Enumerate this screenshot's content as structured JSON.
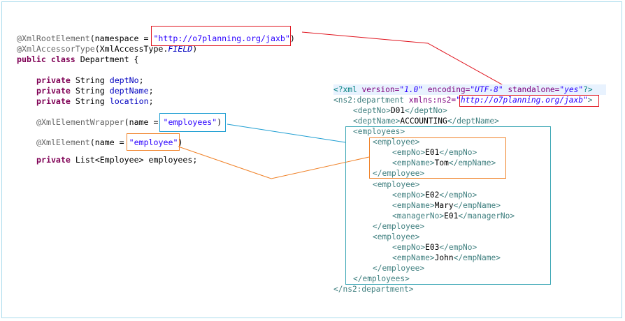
{
  "java": {
    "line1_ann": "@XmlRootElement",
    "line1_a": "(namespace = ",
    "line1_str": "\"http://o7planning.org/jaxb\"",
    "line1_b": ")",
    "line2_ann": "@XmlAccessorType",
    "line2_a": "(XmlAccessType.",
    "line2_it": "FIELD",
    "line2_b": ")",
    "line3_kw1": "public",
    "line3_kw2": "class",
    "line3_rest": " Department {",
    "field1_kw": "private",
    "field1_type": " String ",
    "field1_name": "deptNo",
    "field2_kw": "private",
    "field2_type": " String ",
    "field2_name": "deptName",
    "field3_kw": "private",
    "field3_type": " String ",
    "field3_name": "location",
    "semicolon": ";",
    "wrapper_ann": "@XmlElementWrapper",
    "wrapper_a": "(name = ",
    "wrapper_str": "\"employees\"",
    "wrapper_b": ")",
    "element_ann": "@XmlElement",
    "element_a": "(name = ",
    "element_str": "\"employee\"",
    "element_b": ")",
    "list_kw": "private",
    "list_rest": " List<Employee> employees;"
  },
  "xml": {
    "pi_open": "<?",
    "pi_name": "xml",
    "version_attr": "version=",
    "version_val": "\"1.0\"",
    "encoding_attr": "encoding=",
    "encoding_val": "\"UTF-8\"",
    "standalone_attr": "standalone=",
    "standalone_val": "\"yes\"",
    "pi_close": "?>",
    "root_open": "<ns2:department",
    "root_attr": "xmlns:ns2=",
    "root_val": "\"http://o7planning.org/jaxb\"",
    "root_gt": ">",
    "deptno_open": "<deptNo>",
    "deptno_val": "D01",
    "deptno_close": "</deptNo>",
    "deptname_open": "<deptName>",
    "deptname_val": "ACCOUNTING",
    "deptname_close": "</deptName>",
    "employees_open": "<employees>",
    "employee_open": "<employee>",
    "empno_open": "<empNo>",
    "empno_close": "</empNo>",
    "empname_open": "<empName>",
    "empname_close": "</empName>",
    "managerno_open": "<managerNo>",
    "managerno_close": "</managerNo>",
    "employee_close": "</employee>",
    "employees_close": "</employees>",
    "root_close": "</ns2:department>",
    "emp1_no": "E01",
    "emp1_name": "Tom",
    "emp2_no": "E02",
    "emp2_name": "Mary",
    "emp2_manager": "E01",
    "emp3_no": "E03",
    "emp3_name": "John"
  },
  "colors": {
    "namespace_link": "#e0141e",
    "employees_link": "#1e9ed2",
    "employee_link": "#f08228",
    "wrapper_box": "#3aa6b4"
  }
}
